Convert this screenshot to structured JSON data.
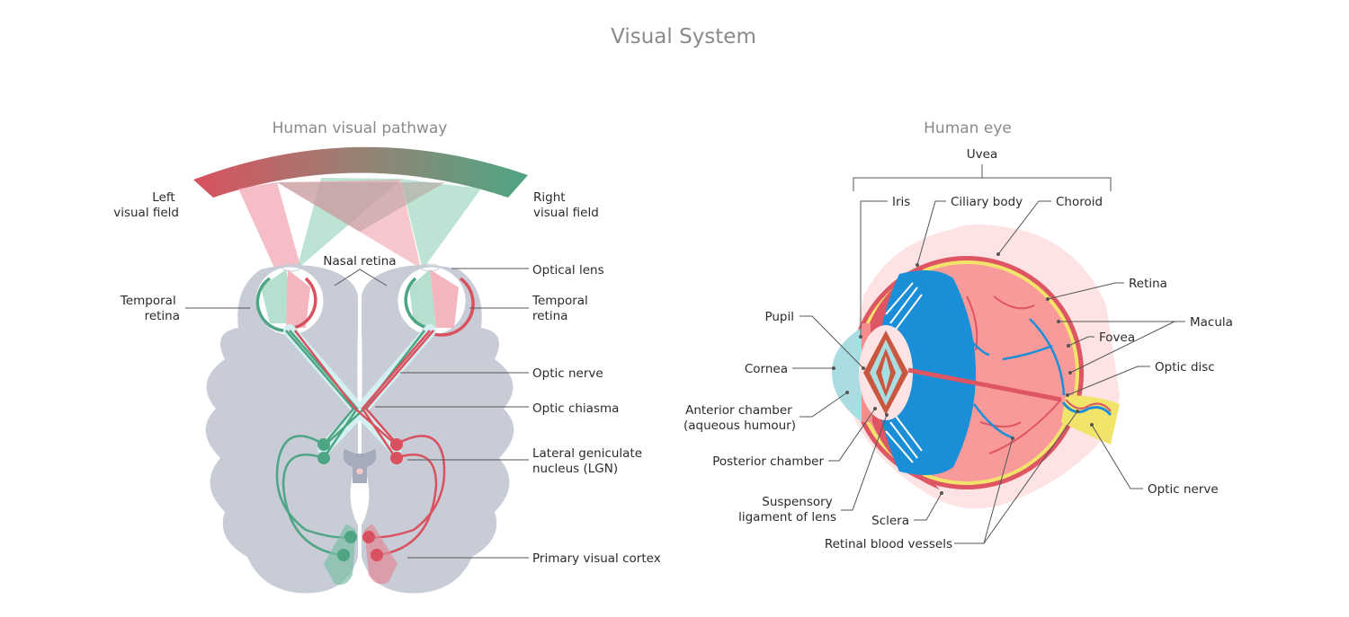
{
  "title": "Visual System",
  "pathway": {
    "title": "Human visual pathway",
    "labels": {
      "left_visual_field": [
        "Left",
        "visual field"
      ],
      "right_visual_field": [
        "Right",
        "visual field"
      ],
      "nasal_retina": "Nasal retina",
      "optical_lens": "Optical lens",
      "temporal_retina_left": [
        "Temporal",
        "retina"
      ],
      "temporal_retina_right": [
        "Temporal",
        "retina"
      ],
      "optic_nerve": "Optic nerve",
      "optic_chiasma": "Optic chiasma",
      "lgn": [
        "Lateral geniculate",
        "nucleus (LGN)"
      ],
      "primary_visual_cortex": "Primary visual cortex"
    },
    "colors": {
      "left_field": "#d9515f",
      "right_field": "#4ea583",
      "brain": "#c8ccd6",
      "nerve_sheath": "#d3eff0"
    }
  },
  "eye": {
    "title": "Human eye",
    "labels": {
      "uvea": "Uvea",
      "iris": "Iris",
      "ciliary_body": "Ciliary body",
      "choroid": "Choroid",
      "retina": "Retina",
      "macula": "Macula",
      "fovea": "Fovea",
      "optic_disc": "Optic disc",
      "optic_nerve": "Optic nerve",
      "pupil": "Pupil",
      "cornea": "Cornea",
      "anterior_chamber": [
        "Anterior chamber",
        "(aqueous humour)"
      ],
      "posterior_chamber": "Posterior chamber",
      "suspensory_ligament": [
        "Suspensory",
        "ligament of lens"
      ],
      "sclera": "Sclera",
      "retinal_blood_vessels": "Retinal blood vessels"
    },
    "colors": {
      "eyeball": "#f99a9a",
      "sclera": "#de5563",
      "vitreous": "#1b8ed8",
      "choroid": "#f2e46b",
      "cornea": "#a9dde2",
      "lens": "#c9563e"
    }
  }
}
